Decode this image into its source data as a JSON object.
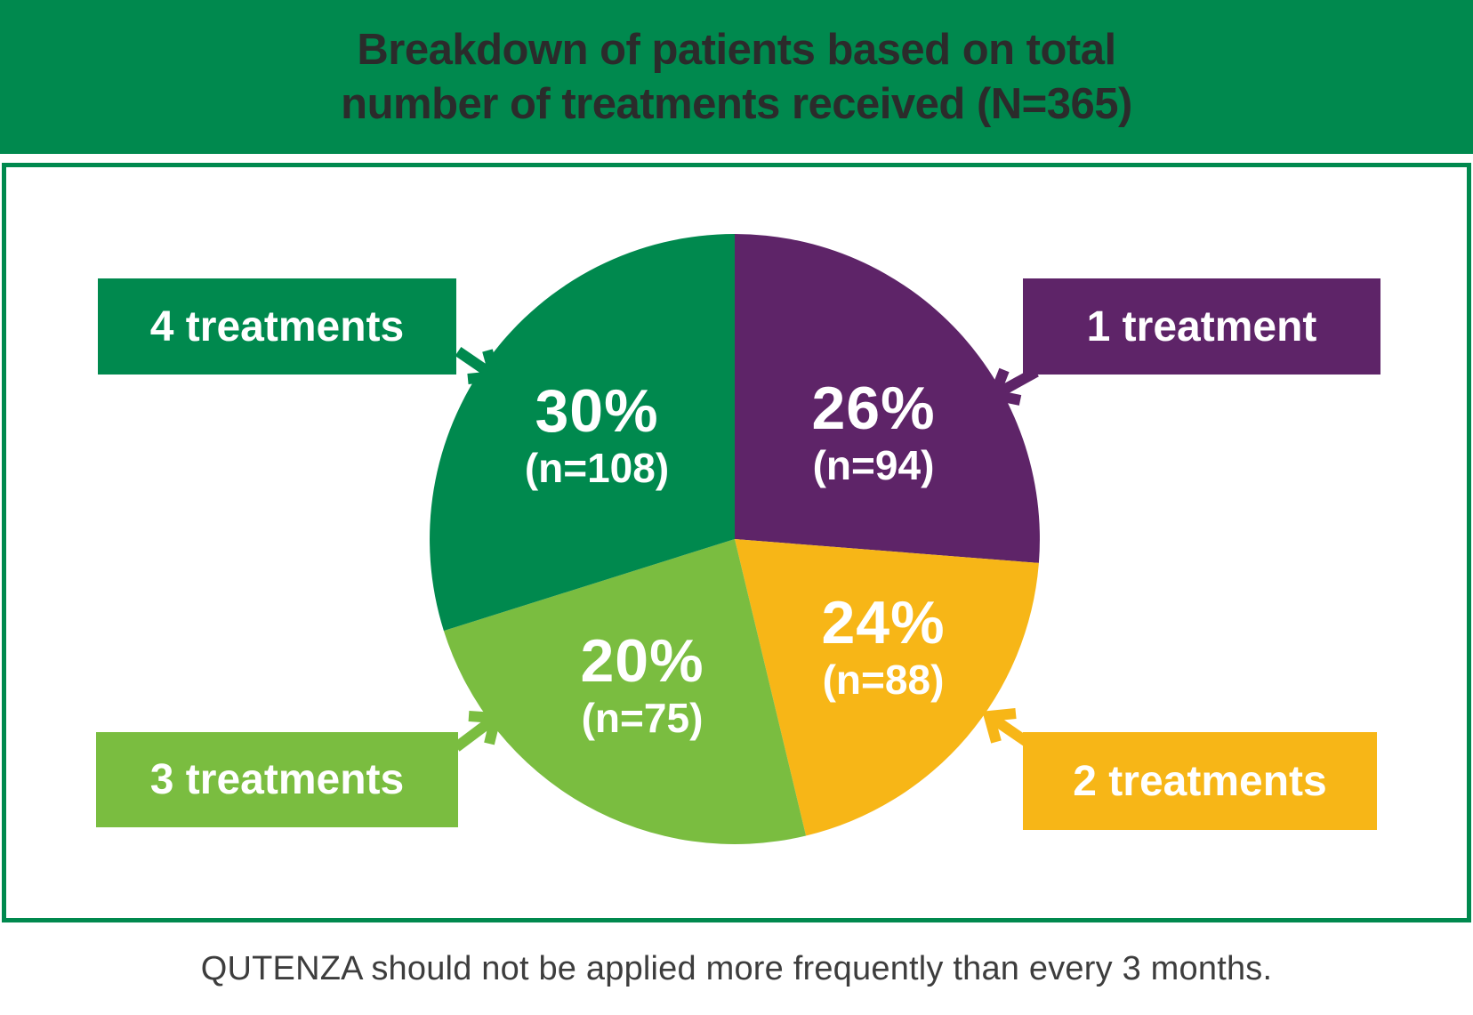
{
  "header": {
    "title_line1": "Breakdown of patients based on total",
    "title_line2": "number of treatments received (N=365)"
  },
  "chart_data": {
    "type": "pie",
    "title": "Breakdown of patients based on total number of treatments received (N=365)",
    "total": 365,
    "total_label": "N=365",
    "legend_position": "callout-boxes",
    "slices": [
      {
        "label": "1 treatment",
        "pct": 26,
        "pct_label": "26%",
        "n": 94,
        "n_label": "(n=94)",
        "color": "#5E2468",
        "drawn_deg": [
          0,
          94.5
        ]
      },
      {
        "label": "2 treatments",
        "pct": 24,
        "pct_label": "24%",
        "n": 88,
        "n_label": "(n=88)",
        "color": "#F7B617",
        "drawn_deg": [
          94.5,
          166.5
        ]
      },
      {
        "label": "3 treatments",
        "pct": 20,
        "pct_label": "20%",
        "n": 75,
        "n_label": "(n=75)",
        "color": "#7ABD40",
        "drawn_deg": [
          166.5,
          252.5
        ]
      },
      {
        "label": "4 treatments",
        "pct": 30,
        "pct_label": "30%",
        "n": 108,
        "n_label": "(n=108)",
        "color": "#00894E",
        "drawn_deg": [
          252.5,
          360
        ]
      }
    ]
  },
  "footnote": "QUTENZA should not be applied more frequently than every 3 months.",
  "colors": {
    "brand_green": "#00894E",
    "purple": "#5E2468",
    "yellow": "#F7B617",
    "light_green": "#7ABD40",
    "title_text": "#2B2B2B",
    "footnote_text": "#3D3D3D",
    "background": "#FFFFFF"
  }
}
